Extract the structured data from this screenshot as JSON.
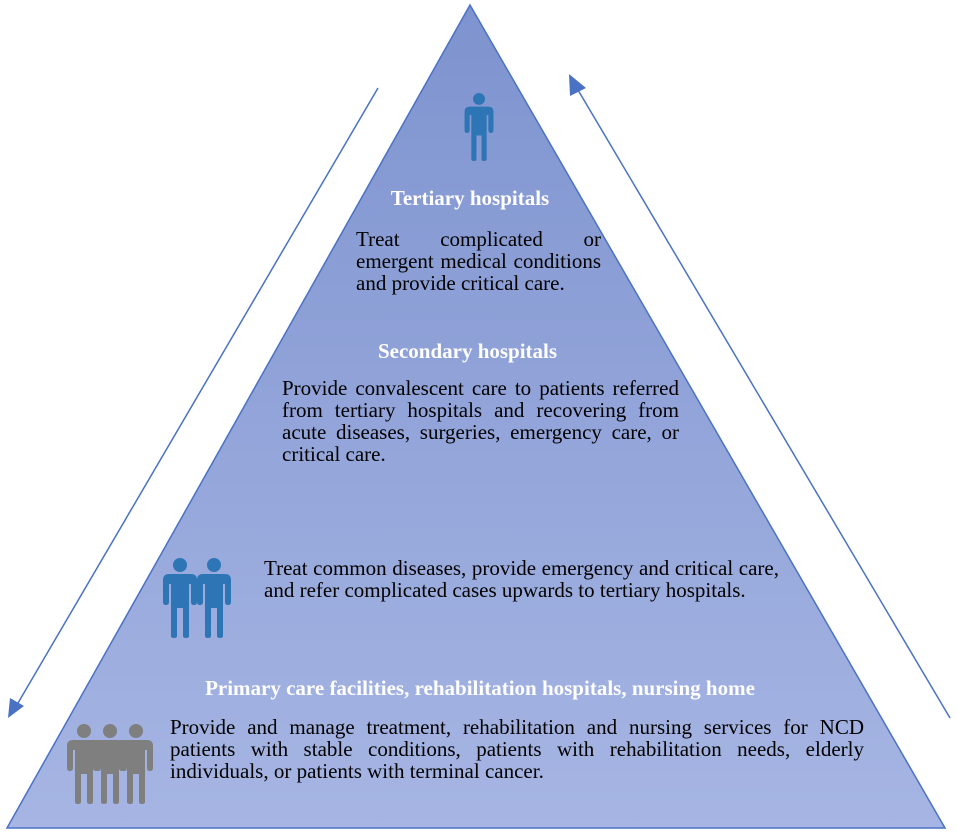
{
  "tiers": [
    {
      "heading": "Tertiary hospitals",
      "description": "Treat complicated or emergent medical conditions and provide critical care.",
      "icon": "person-icon",
      "icon_count": 1
    },
    {
      "heading": "Secondary hospitals",
      "description": "Provide convalescent care to patients referred from tertiary hospitals and recovering from acute diseases, surgeries, emergency care, or critical care.",
      "secondary_description": "Treat common diseases, provide emergency and critical care, and refer complicated cases upwards to tertiary hospitals.",
      "icon": "two-people-icon",
      "icon_count": 2
    },
    {
      "heading": "Primary care facilities, rehabilitation hospitals, nursing home",
      "description": "Provide and manage treatment, rehabilitation and nursing services for NCD patients with stable conditions, patients with rehabilitation needs, elderly individuals, or patients with terminal cancer.",
      "icon": "three-people-icon",
      "icon_count": 3
    }
  ],
  "colors": {
    "triangle_top": "#7e93cf",
    "triangle_bottom": "#a6b5e3",
    "triangle_edge": "#4a72c4",
    "arrow": "#4a72c4",
    "icon_blue": "#2e75b6",
    "icon_gray": "#7f7f7f",
    "heading_text": "#ffffff",
    "body_text": "#000000"
  },
  "arrows": [
    {
      "name": "downward-referral-arrow",
      "direction": "down-left"
    },
    {
      "name": "upward-referral-arrow",
      "direction": "up"
    }
  ]
}
